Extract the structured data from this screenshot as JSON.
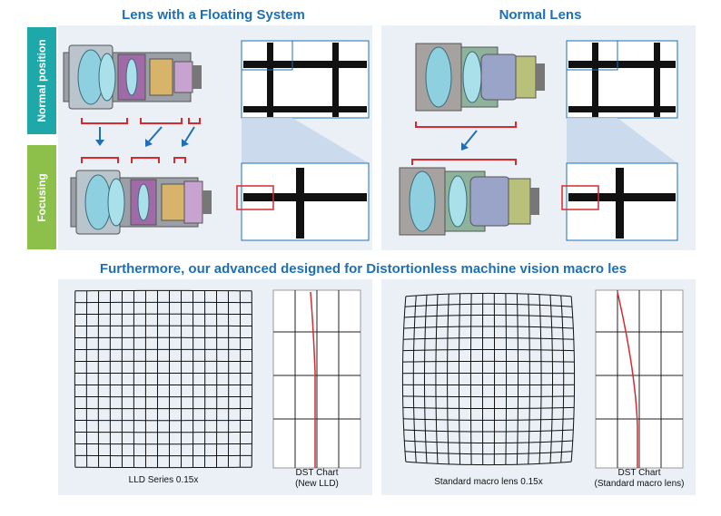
{
  "headings": {
    "floating": "Lens with a Floating System",
    "normal": "Normal Lens",
    "subtitle": "Furthermore, our advanced designed for Distortionless machine vision macro les"
  },
  "side_labels": {
    "normal_position": "Normal position",
    "focusing": "Focusing"
  },
  "captions": {
    "lld": "LLD Series 0.15x",
    "dst_new_1": "DST Chart",
    "dst_new_2": "(New LLD)",
    "standard": "Standard macro lens 0.15x",
    "dst_std_1": "DST Chart",
    "dst_std_2": "(Standard macro lens)"
  },
  "colors": {
    "heading": "#1f6fb4",
    "panel": "#eaf0f6",
    "teal": "#1fa8a9",
    "green": "#8cc04a",
    "red_marker": "#d8292f",
    "blue_arrow": "#1f6fb4"
  }
}
